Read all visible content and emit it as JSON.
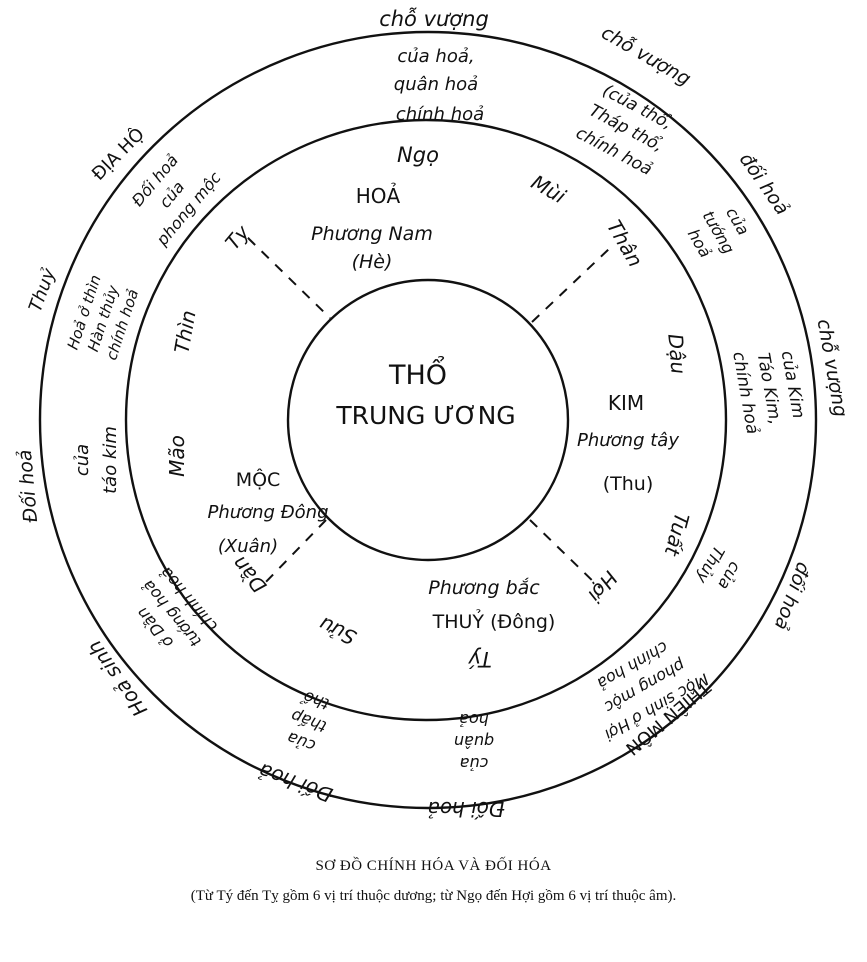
{
  "center": {
    "line1": "THỔ",
    "line2": "TRUNG ƯƠNG"
  },
  "elements": {
    "hoa": {
      "name": "HOẢ",
      "direction": "Phương Nam",
      "season": "(Hè)"
    },
    "kim": {
      "name": "KIM",
      "direction": "Phương tây",
      "season": "(Thu)"
    },
    "moc": {
      "name": "MỘC",
      "direction": "Phương Đông",
      "season": "(Xuân)"
    },
    "thuy": {
      "direction": "Phương bắc",
      "name_season": "THUỶ (Đông)"
    }
  },
  "branches": {
    "ngo": "Ngọ",
    "mui": "Mùi",
    "than": "Thân",
    "dau": "Dậu",
    "tuat": "Tuất",
    "hoi": "Hợi",
    "ty_rat": "Tý",
    "suu": "Sửu",
    "dan": "Dần",
    "mao": "Mão",
    "thin": "Thìn",
    "ty_snake": "Tỵ"
  },
  "ring_notes": {
    "top": [
      "của hoả,",
      "quân hoả",
      "chính hoả"
    ],
    "top_right": [
      "(của thổ,",
      "Tháp thổ,",
      "chính hoả"
    ],
    "right_upper": [
      "của",
      "tướng",
      "hoả"
    ],
    "right": [
      "của Kim",
      "Táo Kim,",
      "chính hoả"
    ],
    "lower_right_small": [
      "của",
      "Thủy"
    ],
    "lower_right": [
      "Mộc sinh ở Hợi",
      "phong mộc",
      "chính hoả"
    ],
    "bottom": [
      "của",
      "quân",
      "hoả"
    ],
    "lower_left": [
      "của",
      "thấp",
      "thổ"
    ],
    "left_lower": [
      "ở Dần",
      "tướng hoả",
      "chính hoả"
    ],
    "left": [
      "của",
      "táo kim"
    ],
    "upper_left": [
      "Hoả ở thìn",
      "Hàn thủy",
      "chính hoả"
    ],
    "upper_left_top": [
      "Đối hoả",
      "của",
      "phong mộc"
    ]
  },
  "outer_labels": {
    "top": "chỗ vượng",
    "top_right": "chỗ vượng",
    "right_upper": "đối hoả",
    "right": "chỗ vượng",
    "right_lower": "đối hoả",
    "lower_right": "THIÊN MÔN",
    "bottom": "Đối hoả",
    "lower_left": "Đối hoả",
    "left_lower": "Hoả sinh",
    "left": "Đối hoả",
    "upper_left_thuy": "Thuỷ",
    "upper_left": "ĐỊA HỘ"
  },
  "caption": {
    "title": "SƠ ĐỒ CHÍNH HÓA VÀ ĐỐI HÓA",
    "subtitle": "(Từ Tý đến Tỵ gồm 6 vị trí thuộc dương; từ Ngọ đến Hợi gồm 6 vị trí thuộc âm)."
  }
}
